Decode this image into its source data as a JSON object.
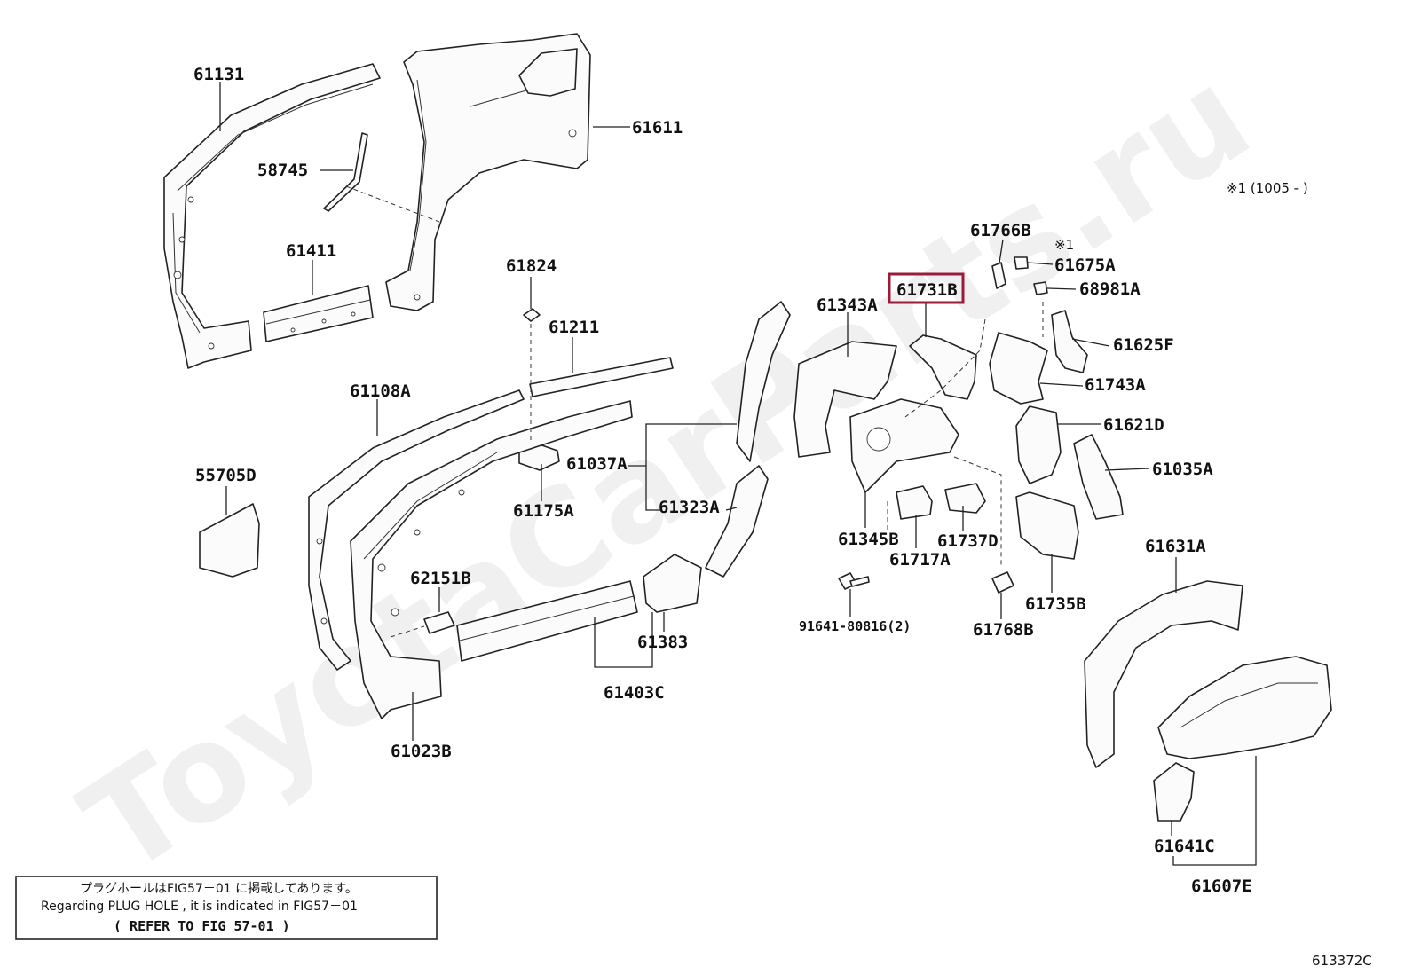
{
  "watermark": "ToyotaCarParts.ru",
  "labels": {
    "p61131": "61131",
    "p58745": "58745",
    "p61611": "61611",
    "p61411": "61411",
    "p61824": "61824",
    "p61211": "61211",
    "p61108A": "61108A",
    "p55705D": "55705D",
    "p61037A": "61037A",
    "p61175A": "61175A",
    "p61323A": "61323A",
    "p62151B": "62151B",
    "p61383": "61383",
    "p61403C": "61403C",
    "p61023B": "61023B",
    "p61343A": "61343A",
    "p61731B": "61731B",
    "p61766B": "61766B",
    "p61675A": "61675A",
    "p68981A": "68981A",
    "p61625F": "61625F",
    "p61743A": "61743A",
    "p61621D": "61621D",
    "p61035A": "61035A",
    "p61345B": "61345B",
    "p61737D": "61737D",
    "p61717A": "61717A",
    "p91641": "91641-80816(2)",
    "p61768B": "61768B",
    "p61735B": "61735B",
    "p61631A": "61631A",
    "p61641C": "61641C",
    "p61607E": "61607E"
  },
  "highlighted_part": "61731B",
  "note_marker": "※1",
  "range_note": "※1 (1005 -      )",
  "note_box": {
    "line1": "プラグホールはFIG57－01 に掲載してあります。",
    "line2": "Regarding  PLUG HOLE , it is  indicated  in  FIG57－01",
    "line3": "(  REFER TO FIG 57-01  )"
  },
  "figure_code": "613372C",
  "colors": {
    "highlight": "#9b1c3a",
    "line": "#222222"
  }
}
